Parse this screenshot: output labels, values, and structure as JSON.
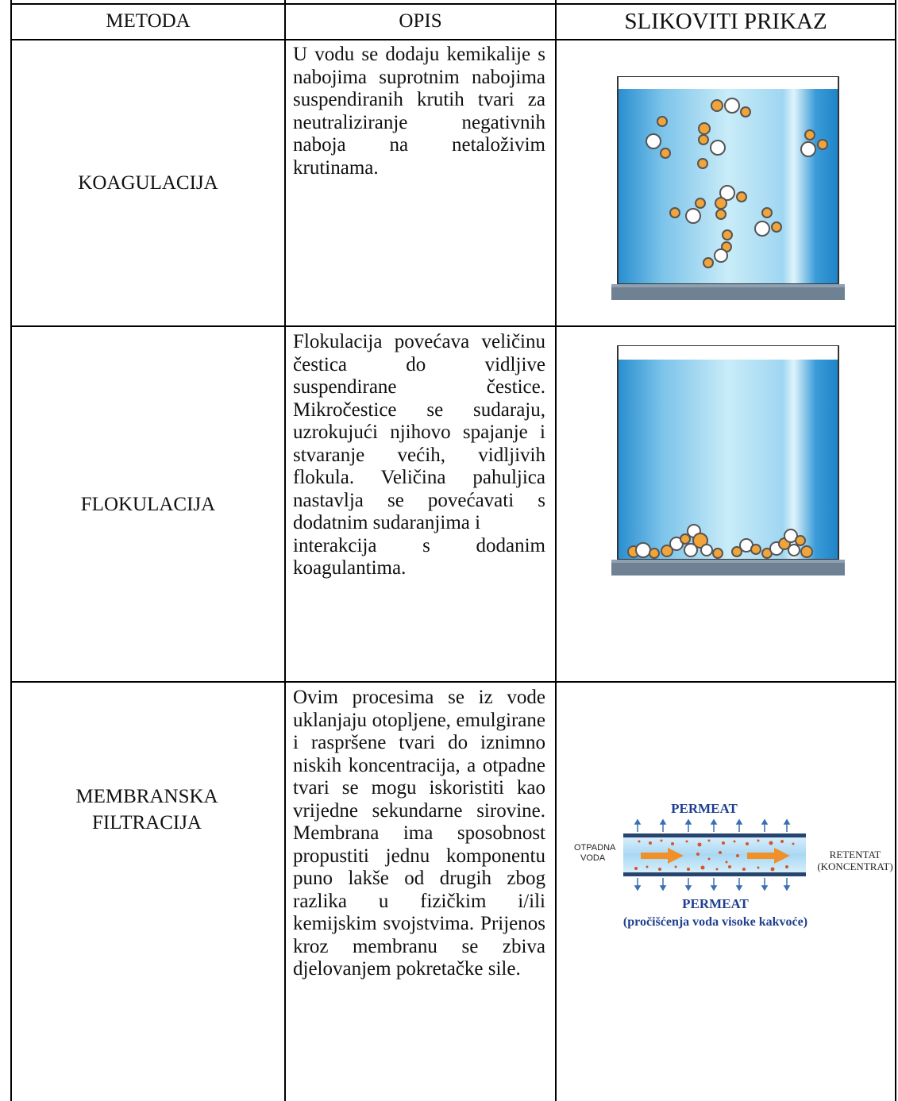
{
  "table": {
    "headers": {
      "method": "METODA",
      "description": "OPIS",
      "illustration": "SLIKOVITI PRIKAZ"
    },
    "rows": [
      {
        "method": "KOAGULACIJA",
        "description": "U vodu se dodaju kemikalije s nabojima suprotnim nabojima suspendiranih krutih tvari za neutraliziranje negativnih naboja na netaloživim krutinama."
      },
      {
        "method": "FLOKULACIJA",
        "description": "Flokulacija povećava veličinu čestica do vidljive suspendirane čestice. Mikročestice se sudaraju, uzrokujući njihovo spajanje i stvaranje većih, vidljivih flokula. Veličina pahuljica nastavlja se povećavati s dodatnim sudaranjima i",
        "description_cont": "interakcija s dodanim koagulantima."
      },
      {
        "method": "MEMBRANSKA FILTRACIJA",
        "description": "Ovim procesima se iz vode uklanjaju otopljene, emulgirane i raspršene tvari do iznimno niskih koncentracija, a otpadne tvari se mogu iskoristiti kao vrijedne sekundarne sirovine. Membrana ima sposobnost propustiti jednu komponentu puno lakše od drugih zbog razlika u fizičkim i/ili kemijskim svojstvima. Prijenos kroz membranu se zbiva djelovanjem pokretačke sile.",
        "diagram": {
          "top_label": "PERMEAT",
          "left_label_line1": "OTPADNA",
          "left_label_line2": "VODA",
          "right_label_line1": "RETENTAT",
          "right_label_line2": "(KONCENTRAT)",
          "bottom_label_line1": "PERMEAT",
          "bottom_label_line2": "(pročišćenja voda visoke kakvoće)"
        }
      }
    ]
  },
  "colors": {
    "water_dark": "#2a8fd0",
    "water_light": "#bfe6f7",
    "base": "#6f8294",
    "particle_orange": "#e8a23a",
    "membrane_title": "#1f3f8f",
    "arrow_orange": "#f0902a"
  }
}
